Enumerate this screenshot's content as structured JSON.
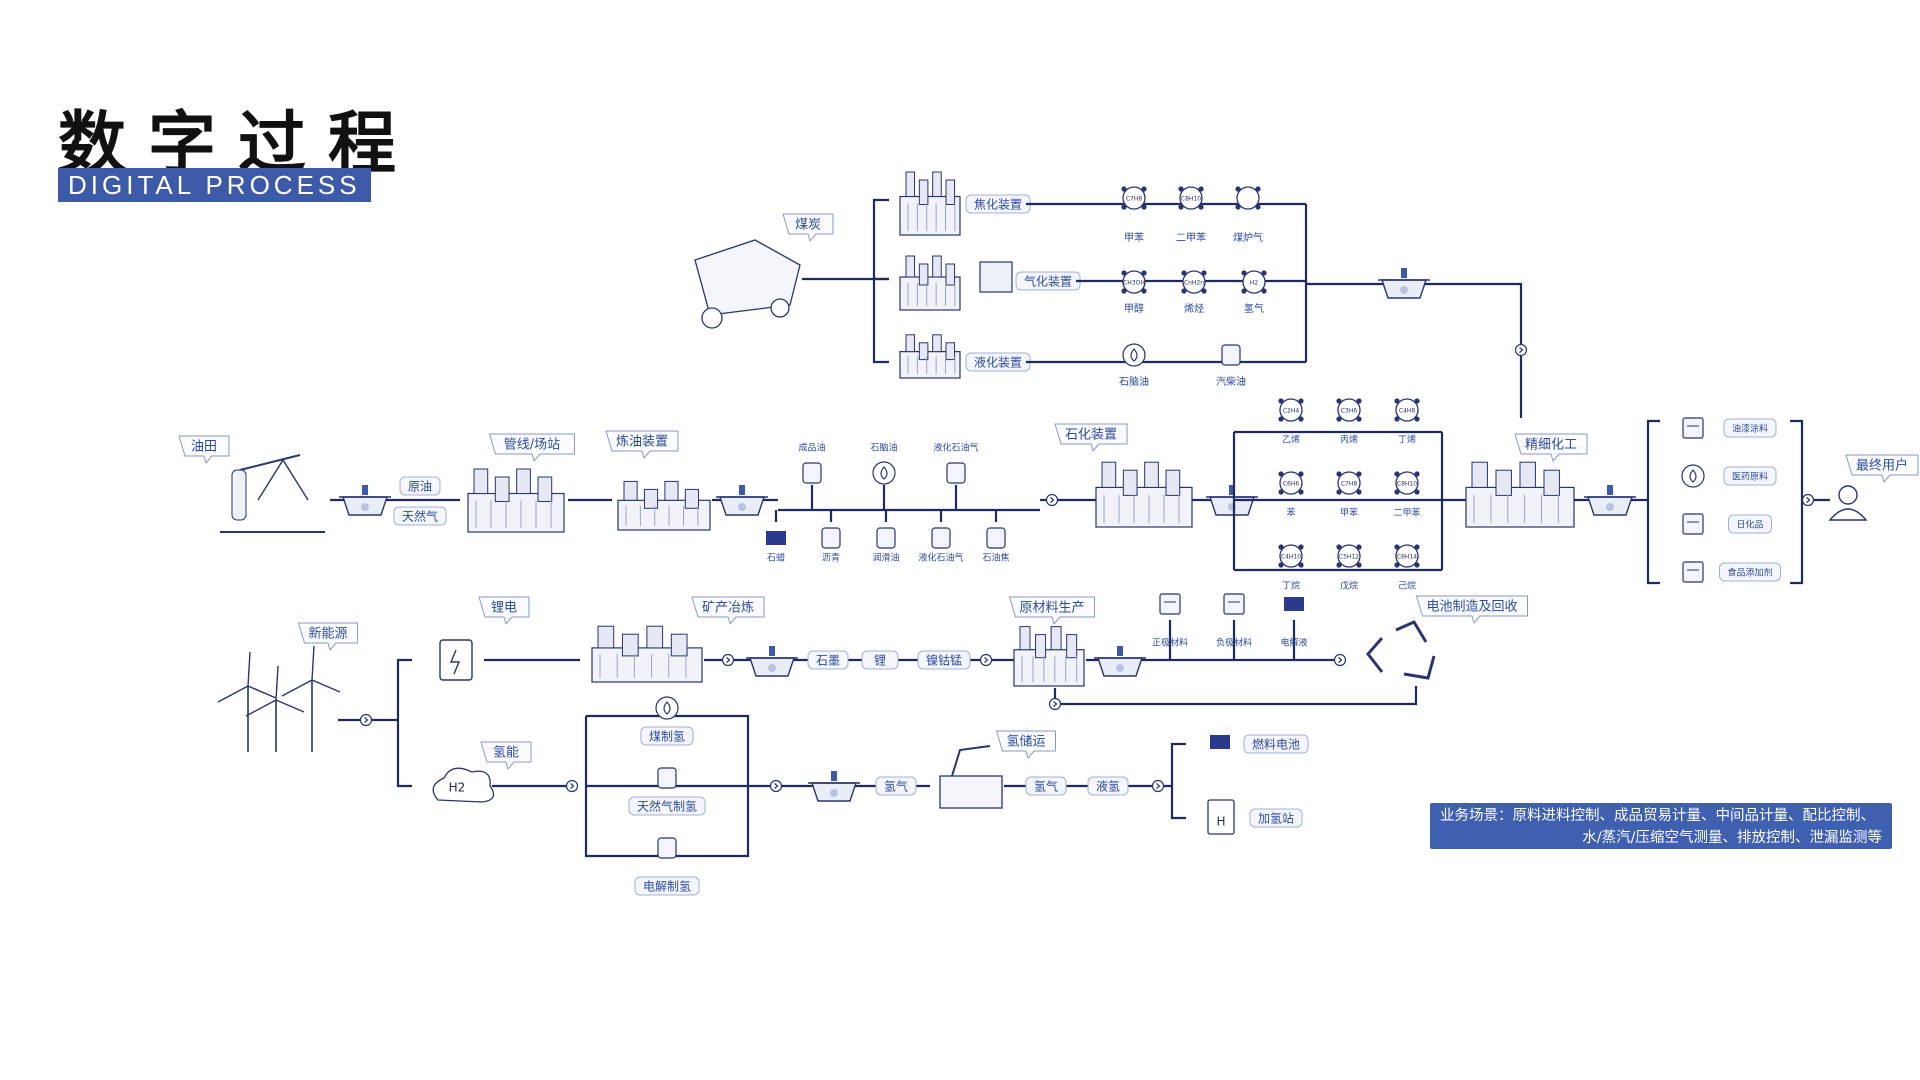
{
  "header": {
    "title_cn": "数字过程",
    "title_en": "DIGITAL PROCESS"
  },
  "colors": {
    "line": "#1f2a60",
    "accent": "#3d5aa8",
    "label_text": "#2b4aa0",
    "label_fill": "#f4f6fb",
    "icon_stroke": "#2a3470"
  },
  "coal": {
    "source": "煤炭",
    "coking": {
      "label": "焦化装置",
      "products": [
        "甲苯",
        "二甲苯",
        "煤炉气"
      ],
      "tags": [
        "C7H8",
        "C8H10",
        ""
      ]
    },
    "gasification": {
      "label": "气化装置",
      "products": [
        "甲醇",
        "烯烃",
        "氢气"
      ],
      "tags": [
        "CH3OH",
        "CnH2n",
        "H2"
      ]
    },
    "liquefaction": {
      "label": "液化装置",
      "products": [
        "石脑油",
        "汽柴油"
      ]
    }
  },
  "oil": {
    "field": "油田",
    "crude": "原油",
    "natural_gas": "天然气",
    "pipeline": "管线/场站",
    "refinery": "炼油装置",
    "top_products": [
      "成品油",
      "石脑油",
      "液化石油气"
    ],
    "bottom_products": [
      "石蜡",
      "沥青",
      "润滑油",
      "液化石油气",
      "石油焦"
    ],
    "petrochem": "石化装置",
    "chem_products": [
      "乙烯",
      "丙烯",
      "丁烯",
      "苯",
      "甲苯",
      "二甲苯",
      "丁烷",
      "戊烷",
      "己烷"
    ],
    "chem_tags": [
      "C2H4",
      "C3H6",
      "C4H8",
      "C6H6",
      "C7H8",
      "C8H10",
      "C4H10",
      "C5H12",
      "C6H14"
    ],
    "fine_chem": "精细化工",
    "end_products": [
      "油漆涂料",
      "医药原料",
      "日化品",
      "食品添加剂"
    ],
    "end_user": "最终用户"
  },
  "new_energy": {
    "label": "新能源",
    "lithium": "锂电",
    "mining": "矿产冶炼",
    "minerals": [
      "石墨",
      "锂",
      "镍钴锰"
    ],
    "raw_material": "原材料生产",
    "battery_materials": [
      "正极材料",
      "负极材料",
      "电解液"
    ],
    "recycle": "电池制造及回收",
    "hydrogen": "氢能",
    "h2_symbol": "H2",
    "h2_sources": [
      "煤制氢",
      "天然气制氢",
      "电解制氢"
    ],
    "h2_gas": "氢气",
    "h2_transport": "氢储运",
    "h2_liquid_gas": "氢气",
    "h2_liquid": "液氢",
    "fuel_cell": "燃料电池",
    "station": "加氢站",
    "station_symbol": "H"
  },
  "scenario": {
    "line1": "业务场景：原料进料控制、成品贸易计量、中间品计量、配比控制、",
    "line2": "水/蒸汽/压缩空气测量、排放控制、泄漏监测等"
  }
}
